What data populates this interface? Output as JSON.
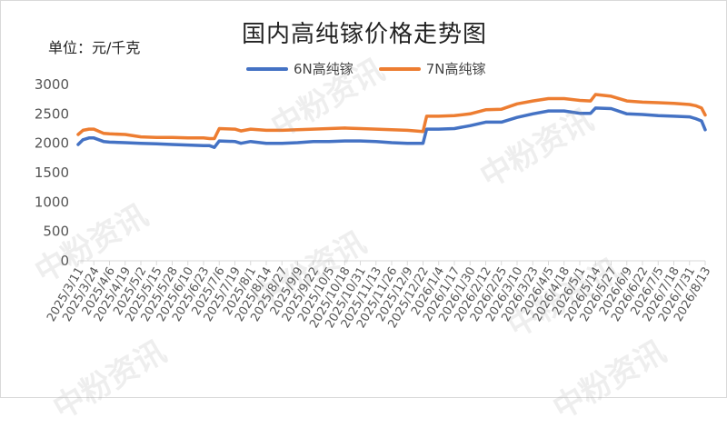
{
  "header": {
    "title": "国内高纯镓价格走势图",
    "unit": "单位：元/千克"
  },
  "watermark": {
    "text": "中粉资讯"
  },
  "chart_data": {
    "type": "line",
    "title": "国内高纯镓价格走势图",
    "ylabel": "单位：元/千克",
    "ylim": [
      0,
      3000
    ],
    "yticks": [
      0,
      500,
      1000,
      1500,
      2000,
      2500,
      3000
    ],
    "grid": false,
    "legend_position": "top",
    "x_tick_labels": [
      "2025/3/11",
      "2025/3/24",
      "2025/4/6",
      "2025/4/19",
      "2025/5/2",
      "2025/5/15",
      "2025/5/28",
      "2025/6/10",
      "2025/6/23",
      "2025/7/6",
      "2025/7/19",
      "2025/8/1",
      "2025/8/14",
      "2025/8/27",
      "2025/9/9",
      "2025/9/22",
      "2025/10/5",
      "2025/10/18",
      "2025/10/31",
      "2025/11/13",
      "2025/11/26",
      "2025/12/9",
      "2025/12/22",
      "2026/1/4",
      "2026/1/17",
      "2026/1/30",
      "2026/2/12",
      "2026/2/25",
      "2026/3/10",
      "2026/3/23",
      "2026/4/5",
      "2026/4/18",
      "2026/5/1",
      "2026/5/14",
      "2026/5/27",
      "2026/6/9",
      "2026/6/22",
      "2026/7/5",
      "2026/7/18",
      "2026/7/31",
      "2026/8/13"
    ],
    "x": [
      "2025/3/11",
      "2025/3/15",
      "2025/3/20",
      "2025/3/24",
      "2025/4/1",
      "2025/4/6",
      "2025/4/19",
      "2025/5/2",
      "2025/5/15",
      "2025/5/28",
      "2025/6/10",
      "2025/6/23",
      "2025/6/28",
      "2025/7/2",
      "2025/7/6",
      "2025/7/19",
      "2025/7/24",
      "2025/8/1",
      "2025/8/14",
      "2025/8/27",
      "2025/9/9",
      "2025/9/22",
      "2025/10/5",
      "2025/10/18",
      "2025/10/31",
      "2025/11/13",
      "2025/11/26",
      "2025/12/9",
      "2025/12/22",
      "2025/12/25",
      "2026/1/4",
      "2026/1/17",
      "2026/1/30",
      "2026/2/12",
      "2026/2/25",
      "2026/3/10",
      "2026/3/23",
      "2026/4/5",
      "2026/4/18",
      "2026/5/1",
      "2026/5/10",
      "2026/5/14",
      "2026/5/27",
      "2026/6/9",
      "2026/6/22",
      "2026/7/5",
      "2026/7/18",
      "2026/7/31",
      "2026/8/5",
      "2026/8/10",
      "2026/8/13"
    ],
    "series": [
      {
        "name": "6N高纯镓",
        "color": "#4472C4",
        "values": [
          1980,
          2060,
          2090,
          2090,
          2030,
          2020,
          2010,
          2000,
          1990,
          1980,
          1970,
          1960,
          1960,
          1930,
          2040,
          2030,
          2000,
          2030,
          2000,
          2000,
          2010,
          2030,
          2030,
          2040,
          2040,
          2030,
          2010,
          2000,
          2000,
          2240,
          2240,
          2250,
          2300,
          2360,
          2360,
          2440,
          2500,
          2550,
          2550,
          2510,
          2510,
          2600,
          2590,
          2500,
          2490,
          2470,
          2460,
          2450,
          2420,
          2380,
          2230
        ]
      },
      {
        "name": "7N高纯镓",
        "color": "#ED7D31",
        "values": [
          2150,
          2220,
          2240,
          2240,
          2170,
          2160,
          2150,
          2110,
          2100,
          2100,
          2090,
          2090,
          2080,
          2080,
          2250,
          2240,
          2210,
          2240,
          2220,
          2220,
          2230,
          2240,
          2250,
          2260,
          2250,
          2240,
          2230,
          2220,
          2200,
          2460,
          2460,
          2470,
          2500,
          2570,
          2580,
          2670,
          2720,
          2760,
          2760,
          2730,
          2720,
          2830,
          2800,
          2720,
          2700,
          2690,
          2680,
          2660,
          2640,
          2600,
          2480
        ]
      }
    ]
  }
}
